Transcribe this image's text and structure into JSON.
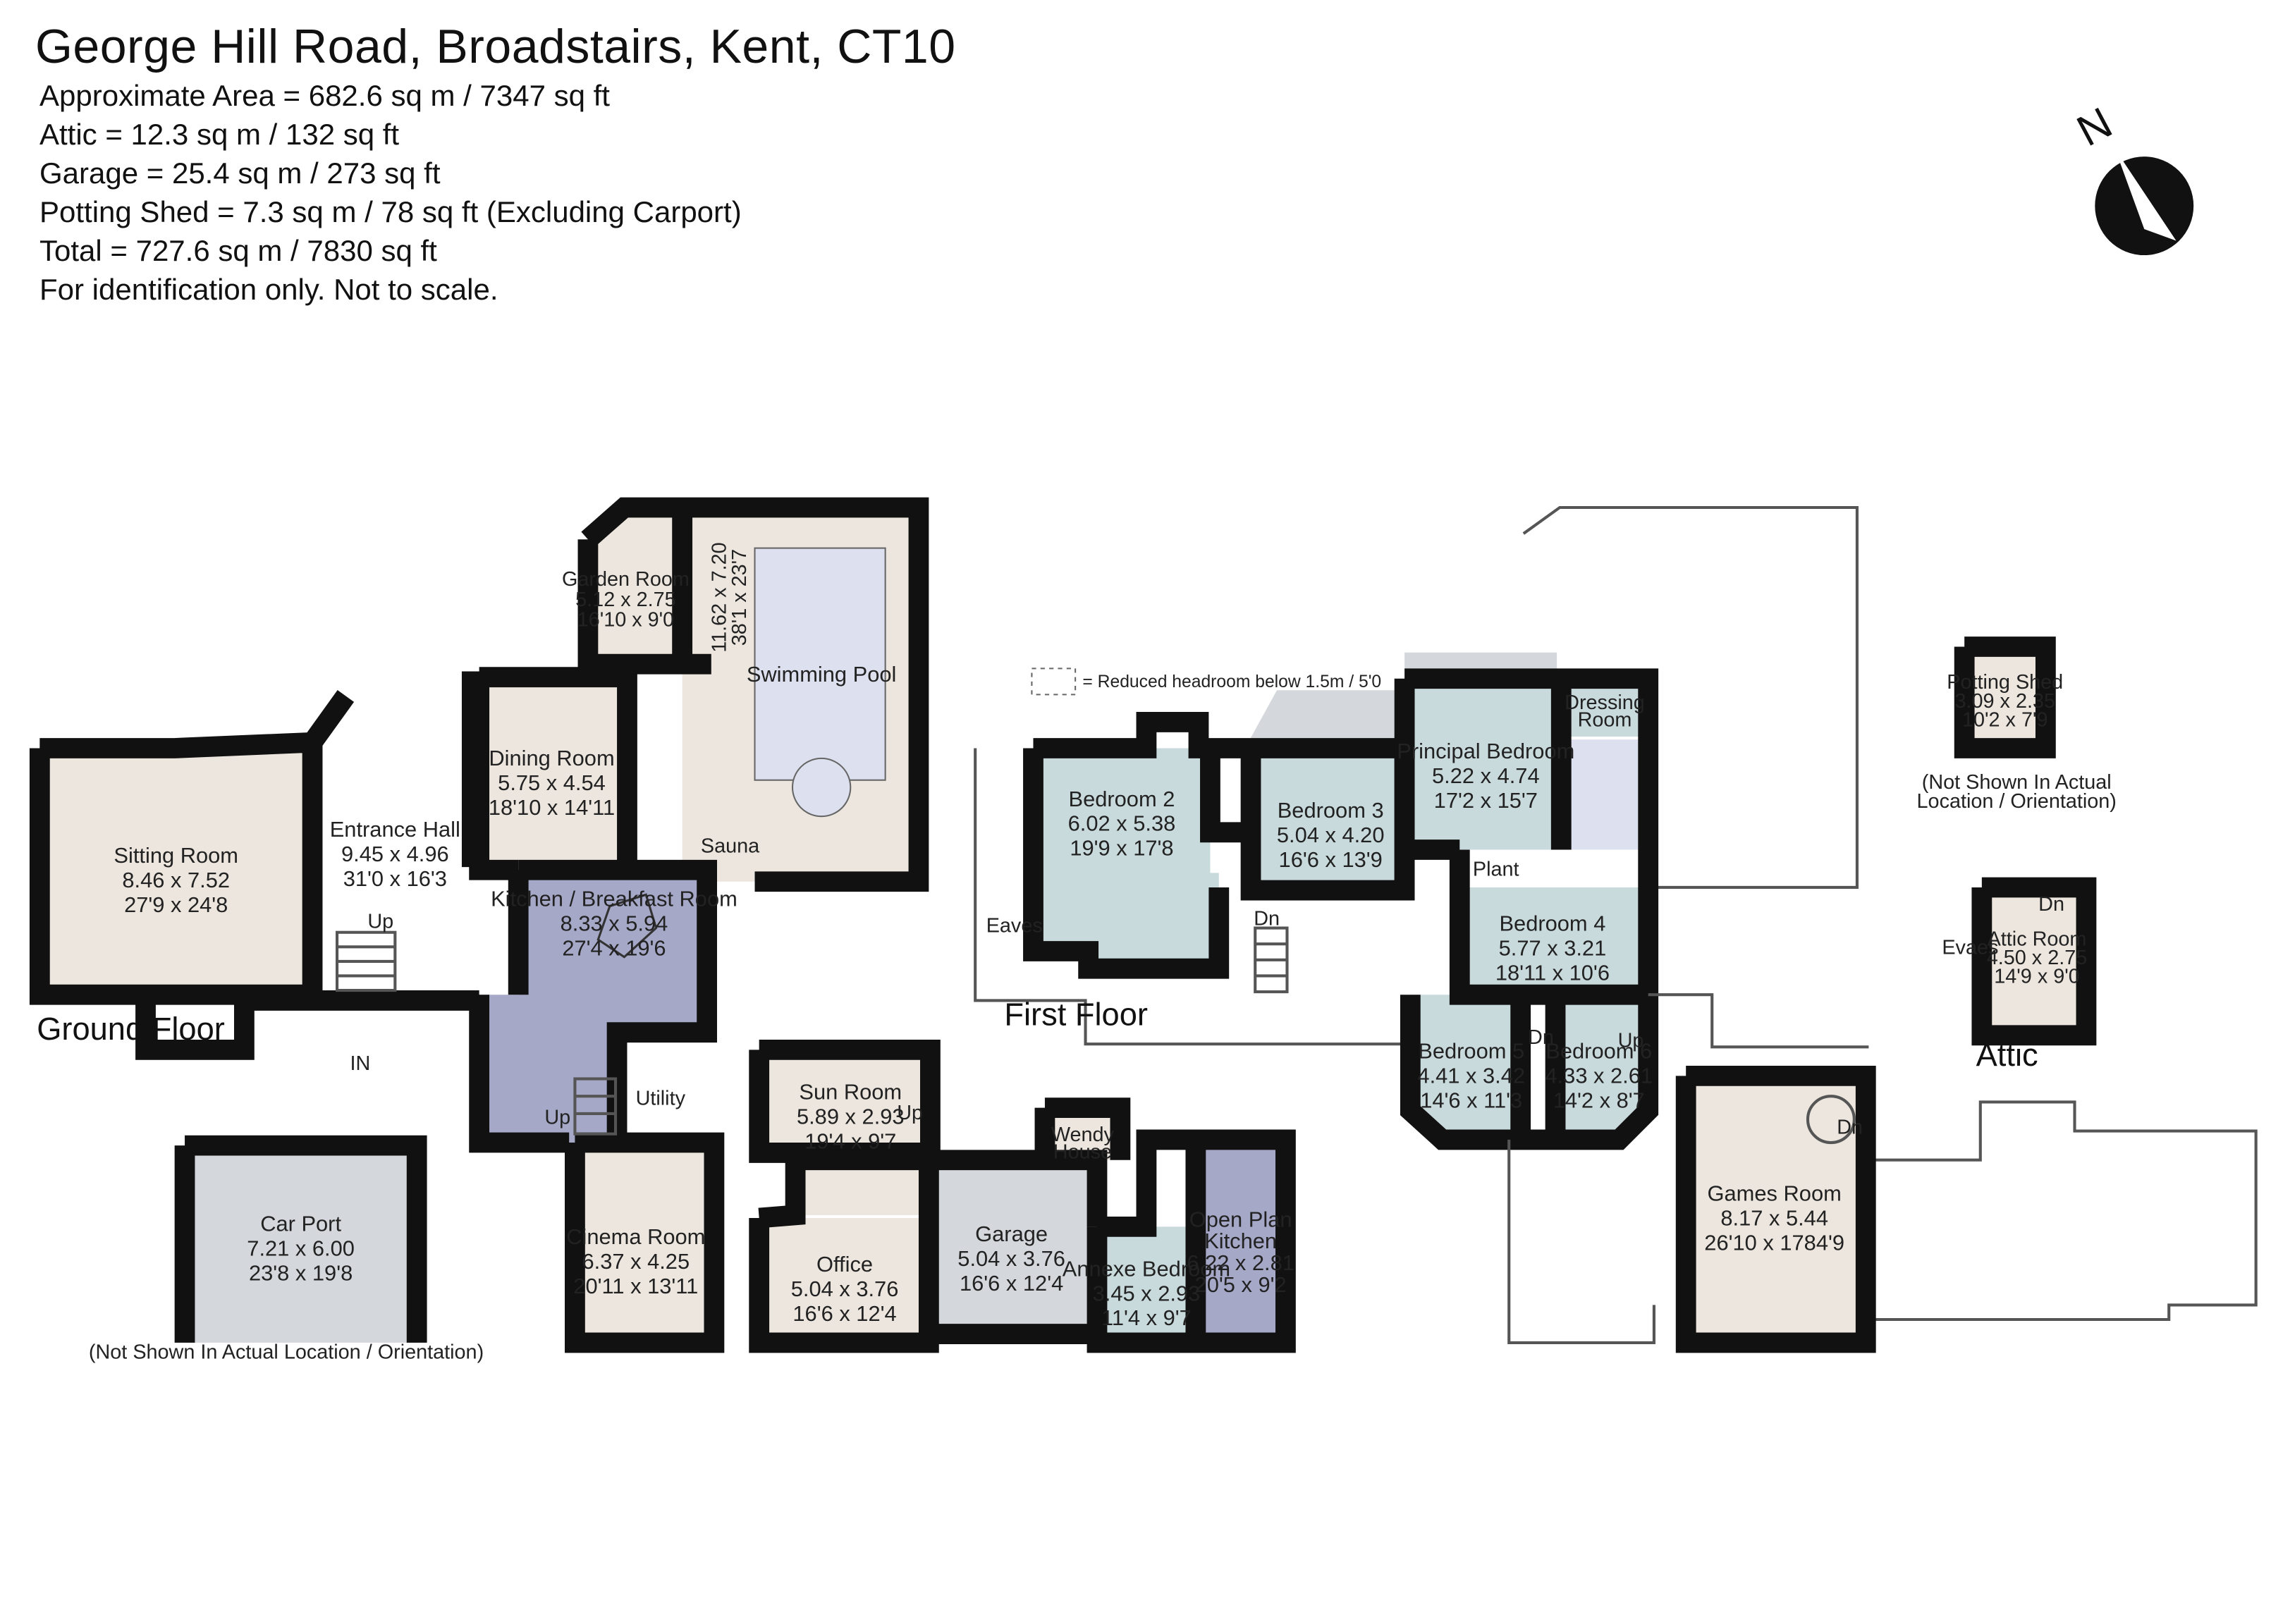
{
  "header": {
    "title": "George Hill Road, Broadstairs, Kent, CT10",
    "lines": [
      "Approximate  Area = 682.6 sq m / 7347 sq ft",
      "Attic = 12.3 sq m / 132 sq ft",
      "Garage = 25.4 sq m / 273 sq ft",
      "Potting Shed = 7.3 sq m / 78 sq ft (Excluding Carport)",
      "Total = 727.6 sq m / 7830 sq ft",
      "For identification only. Not to scale."
    ]
  },
  "compass": {
    "letter": "N"
  },
  "colors": {
    "beige": "#ECE6DE",
    "blue_grey": "#C9DADD",
    "purple": "#A6A8C8",
    "grey": "#D4D8DC",
    "pool": "#DDE0EE",
    "wall": "#111111"
  },
  "floors": {
    "ground": "Ground Floor",
    "first": "First Floor",
    "attic": "Attic"
  },
  "legend": {
    "reduced": "= Reduced headroom below 1.5m / 5'0"
  },
  "labels": {
    "up": "Up",
    "dn": "Dn",
    "in": "IN",
    "eaves": "Eaves",
    "evaes": "Evaes",
    "plant": "Plant",
    "sauna": "Sauna",
    "utility": "Utility",
    "not_shown": "(Not Shown In Actual Location / Orientation)",
    "not_shown_a": "(Not Shown In Actual",
    "not_shown_b": "Location / Orientation)"
  },
  "rooms": {
    "sitting": {
      "name": "Sitting Room",
      "m": "8.46 x 7.52",
      "ft": "27'9 x 24'8"
    },
    "entrance": {
      "name": "Entrance Hall",
      "m": "9.45 x 4.96",
      "ft": "31'0 x 16'3"
    },
    "dining": {
      "name": "Dining Room",
      "m": "5.75 x 4.54",
      "ft": "18'10 x 14'11"
    },
    "garden": {
      "name": "Garden Room",
      "m": "5.12 x 2.75",
      "ft": "16'10 x 9'0"
    },
    "pool": {
      "name": "Swimming Pool",
      "m": "11.62 x 7.20",
      "ft": "38'1 x 23'7"
    },
    "kitchen": {
      "name": "Kitchen / Breakfast Room",
      "m": "8.33 x 5.94",
      "ft": "27'4 x 19'6"
    },
    "sun": {
      "name": "Sun Room",
      "m": "5.89 x 2.93",
      "ft": "19'4 x 9'7"
    },
    "cinema": {
      "name": "Cinema Room",
      "m": "6.37 x 4.25",
      "ft": "20'11 x 13'11"
    },
    "office": {
      "name": "Office",
      "m": "5.04 x 3.76",
      "ft": "16'6 x 12'4"
    },
    "garage": {
      "name": "Garage",
      "m": "5.04 x 3.76",
      "ft": "16'6 x 12'4"
    },
    "wendy": {
      "name": "Wendy",
      "name2": "House"
    },
    "annexe": {
      "name": "Annexe Bedroom",
      "m": "3.45 x 2.93",
      "ft": "11'4 x 9'7"
    },
    "openplan": {
      "name": "Open Plan",
      "name2": "Kitchen",
      "m": "6.22 x 2.81",
      "ft": "20'5 x 9'2"
    },
    "carport": {
      "name": "Car Port",
      "m": "7.21 x 6.00",
      "ft": "23'8 x 19'8"
    },
    "bed2": {
      "name": "Bedroom 2",
      "m": "6.02 x 5.38",
      "ft": "19'9 x 17'8"
    },
    "bed3": {
      "name": "Bedroom 3",
      "m": "5.04 x 4.20",
      "ft": "16'6 x 13'9"
    },
    "principal": {
      "name": "Principal Bedroom",
      "m": "5.22 x 4.74",
      "ft": "17'2 x 15'7"
    },
    "dressing": {
      "name": "Dressing",
      "name2": "Room"
    },
    "bed4": {
      "name": "Bedroom 4",
      "m": "5.77 x 3.21",
      "ft": "18'11 x 10'6"
    },
    "bed5": {
      "name": "Bedroom 5",
      "m": "4.41 x 3.42",
      "ft": "14'6 x 11'3"
    },
    "bed6": {
      "name": "Bedroom 6",
      "m": "4.33 x 2.61",
      "ft": "14'2 x 8'7"
    },
    "games": {
      "name": "Games Room",
      "m": "8.17 x 5.44",
      "ft": "26'10 x 1784'9"
    },
    "shed": {
      "name": "Potting Shed",
      "m": "3.09 x 2.35",
      "ft": "10'2 x 7'9"
    },
    "attic": {
      "name": "Attic Room",
      "m": "4.50 x 2.75",
      "ft": "14'9 x 9'0"
    }
  }
}
